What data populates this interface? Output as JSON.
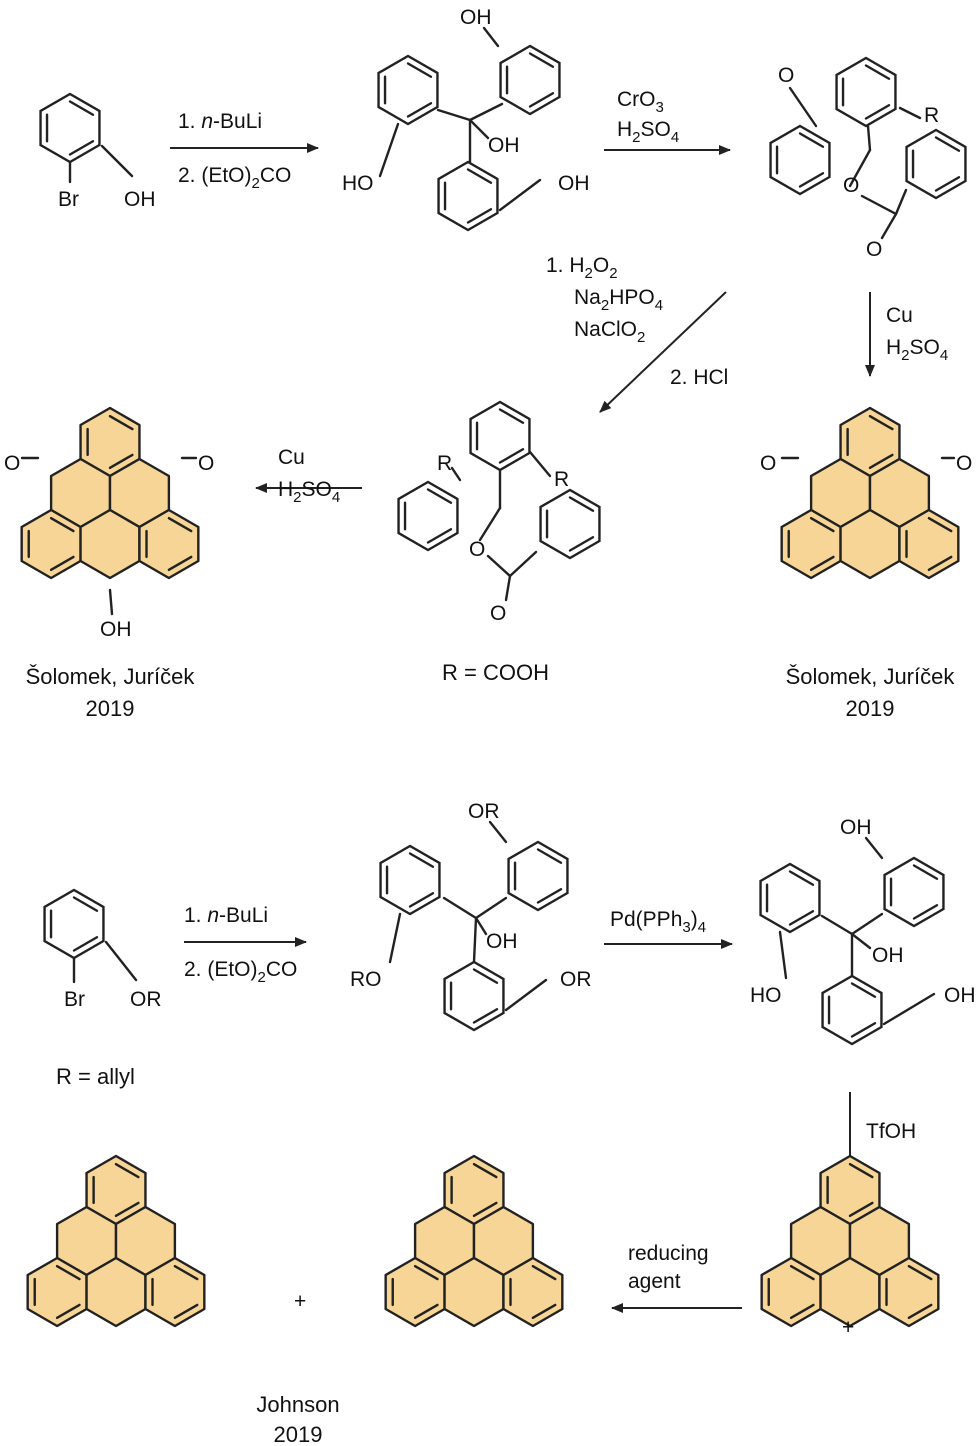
{
  "colors": {
    "fused_fill": "#f6d596",
    "arene_fill": "#ececec",
    "line": "#222222"
  },
  "labels": {
    "s1_br": "Br",
    "s1_oh": "OH",
    "s1_step1": "1. n-BuLi",
    "s1_step2": "2. (EtO)2CO",
    "t1_oh_top": "OH",
    "t1_oh_center": "OH",
    "t1_ho_left": "HO",
    "t1_oh_right": "OH",
    "ox_reag1": "CrO3",
    "ox_reag2": "H2SO4",
    "ald_o": "O",
    "ald_r": "R",
    "ald_ring_o": "O",
    "ald_co": "O",
    "pin_step1": "1. H2O2",
    "pin_step2": "Na2HPO4",
    "pin_step3": "NaClO2",
    "pin_step4": "2. HCl",
    "cu_right_1": "Cu",
    "cu_right_2": "H2SO4",
    "acid_r1": "R",
    "acid_r2": "R",
    "acid_ring_o": "O",
    "acid_co": "O",
    "acid_caption": "R = COOH",
    "cu_left_1": "Cu",
    "cu_left_2": "H2SO4",
    "dik_left_o1": "O",
    "dik_left_o2": "O",
    "dik_left_oh": "OH",
    "credit_left_1": "Šolomek, Juríček",
    "credit_left_2": "2019",
    "dik_right_o1": "O",
    "dik_right_o2": "O",
    "credit_right_1": "Šolomek, Juríček",
    "credit_right_2": "2019",
    "s2_br": "Br",
    "s2_or": "OR",
    "s2_caption": "R = allyl",
    "s2_step1": "1. n-BuLi",
    "s2_step2": "2. (EtO)2CO",
    "t2_or_top": "OR",
    "t2_oh_center": "OH",
    "t2_ro_left": "RO",
    "t2_or_right": "OR",
    "pd_reag": "Pd(PPh3)4",
    "t3_oh_top": "OH",
    "t3_oh_center": "OH",
    "t3_ho_left": "HO",
    "t3_oh_right": "OH",
    "tfoh": "TfOH",
    "red_1": "reducing",
    "red_2": "agent",
    "cation_plus": "+",
    "plus_sign": "+",
    "credit_johnson_1": "Johnson",
    "credit_johnson_2": "2019"
  }
}
